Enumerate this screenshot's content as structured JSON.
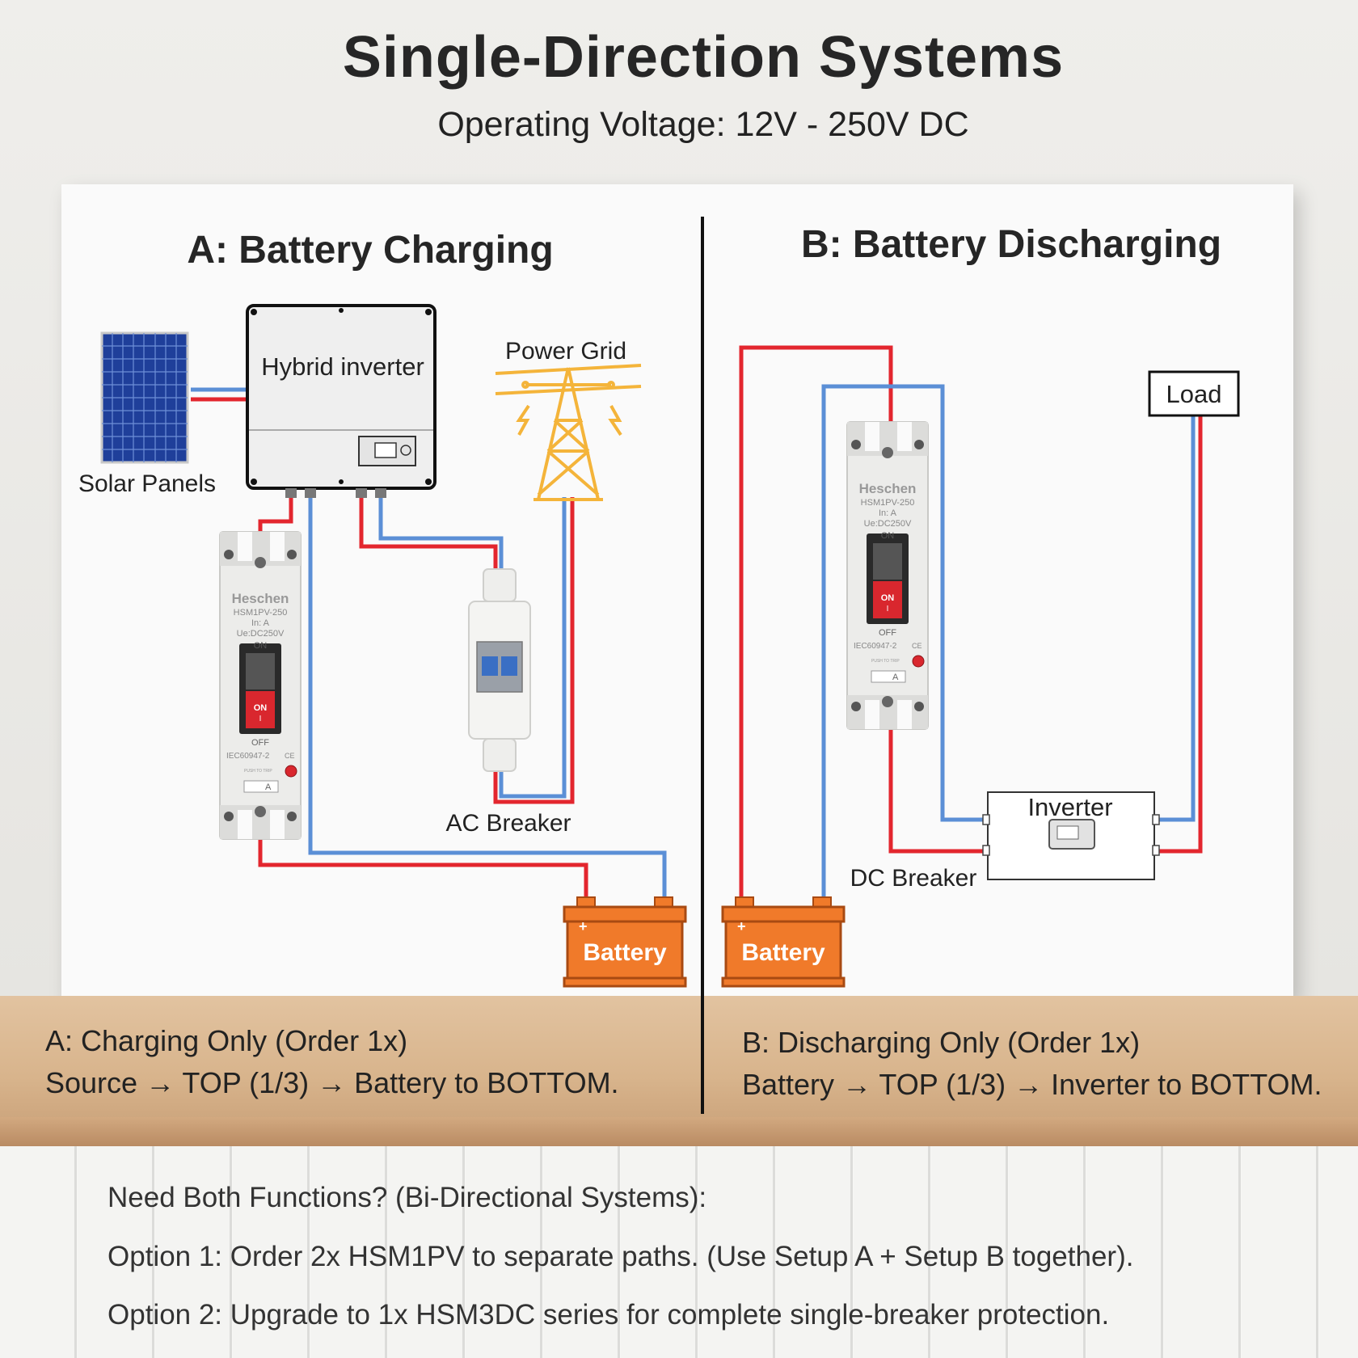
{
  "header": {
    "title": "Single-Direction Systems",
    "subtitle": "Operating Voltage: 12V - 250V DC"
  },
  "section_a": {
    "title": "A: Battery Charging",
    "solar_label": "Solar Panels",
    "inverter_label": "Hybrid inverter",
    "grid_label": "Power Grid",
    "ac_breaker_label": "AC Breaker",
    "battery_label": "Battery",
    "battery_plus": "+"
  },
  "section_b": {
    "title": "B: Battery Discharging",
    "load_label": "Load",
    "inverter_label": "Inverter",
    "dc_breaker_label": "DC Breaker",
    "battery_label": "Battery",
    "battery_plus": "+"
  },
  "breaker": {
    "brand": "Heschen",
    "model": "HSM1PV-250",
    "rating": "In:    A",
    "voltage": "Ue:DC250V",
    "on_top": "ON",
    "on_switch": "ON",
    "on_mark": "I",
    "off": "OFF",
    "standard": "IEC60947-2",
    "ce": "CE",
    "push": "PUSH TO TRIP",
    "amp": "A"
  },
  "captions": {
    "a_line1": "A: Charging Only (Order 1x)",
    "a_line2": "Source → TOP (1/3) → Battery to BOTTOM.",
    "b_line1": "B: Discharging Only (Order 1x)",
    "b_line2": "Battery → TOP (1/3) → Inverter to BOTTOM."
  },
  "notes": {
    "question": "Need Both Functions? (Bi-Directional Systems):",
    "option1": "Option 1: Order 2x HSM1PV to separate paths. (Use Setup A + Setup B together).",
    "option2": "Option 2: Upgrade to 1x HSM3DC series for complete single-breaker protection."
  },
  "colors": {
    "positive_wire": "#e3262e",
    "negative_wire": "#5b8fd6",
    "battery": "#f07a2a",
    "tower": "#f4b43a"
  }
}
